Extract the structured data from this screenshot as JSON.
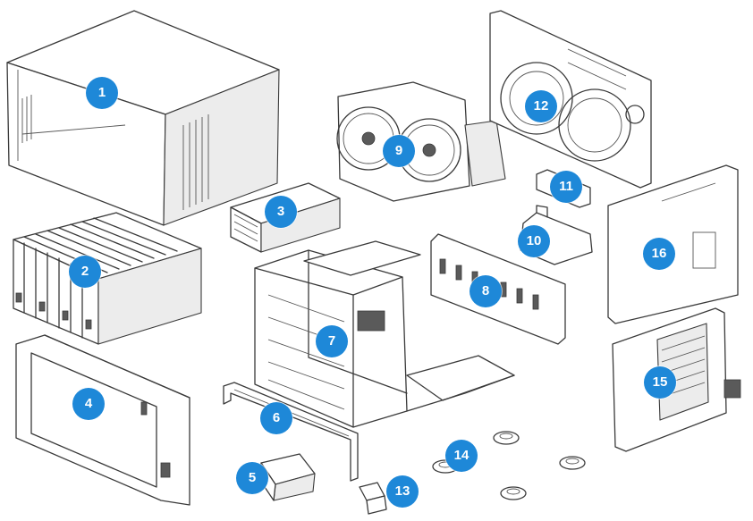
{
  "diagram": {
    "accent_color": "#1e88d8",
    "callouts": [
      {
        "id": "1",
        "label": "1"
      },
      {
        "id": "2",
        "label": "2"
      },
      {
        "id": "3",
        "label": "3"
      },
      {
        "id": "4",
        "label": "4"
      },
      {
        "id": "5",
        "label": "5"
      },
      {
        "id": "6",
        "label": "6"
      },
      {
        "id": "7",
        "label": "7"
      },
      {
        "id": "8",
        "label": "8"
      },
      {
        "id": "9",
        "label": "9"
      },
      {
        "id": "10",
        "label": "10"
      },
      {
        "id": "11",
        "label": "11"
      },
      {
        "id": "12",
        "label": "12"
      },
      {
        "id": "13",
        "label": "13"
      },
      {
        "id": "14",
        "label": "14"
      },
      {
        "id": "15",
        "label": "15"
      },
      {
        "id": "16",
        "label": "16"
      }
    ]
  }
}
